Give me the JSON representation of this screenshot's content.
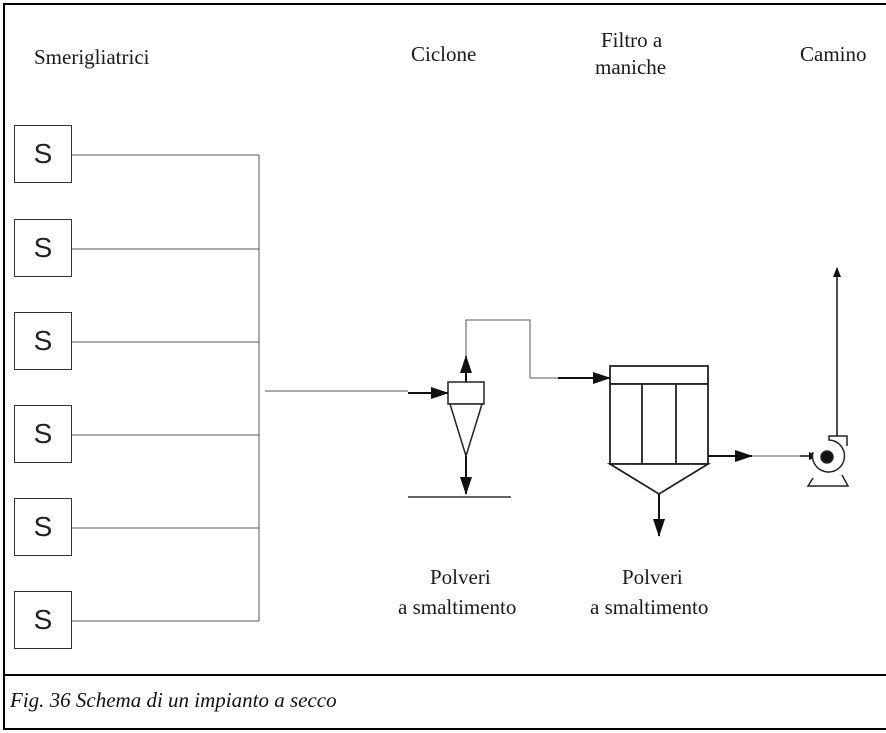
{
  "headers": {
    "grinders": "Smerigliatrici",
    "cyclone": "Ciclone",
    "filter_line1": "Filtro a",
    "filter_line2": "maniche",
    "stack": "Camino"
  },
  "grinder_label": "S",
  "grinders": [
    "S",
    "S",
    "S",
    "S",
    "S",
    "S"
  ],
  "dust_cyclone": {
    "line1": "Polveri",
    "line2": "a smaltimento"
  },
  "dust_filter": {
    "line1": "Polveri",
    "line2": "a smaltimento"
  },
  "caption": "Fig. 36  Schema di un impianto a secco"
}
